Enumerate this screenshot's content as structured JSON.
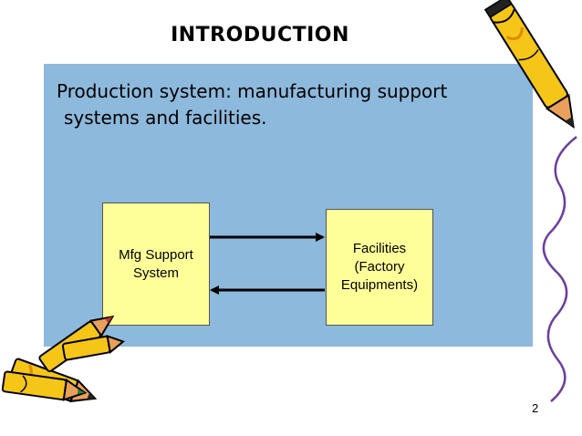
{
  "slide": {
    "title": "INTRODUCTION",
    "body_line1": "Production system: manufacturing support",
    "body_line2": "systems and facilities.",
    "page_number": "2"
  },
  "diagram": {
    "left_box": "Mfg Support\nSystem",
    "right_box": "Facilities\n(Factory\nEquipments)",
    "arrows": [
      {
        "from": "left_box",
        "to": "right_box"
      },
      {
        "from": "right_box",
        "to": "left_box"
      }
    ]
  },
  "colors": {
    "panel": "#8db9dc",
    "box_fill": "#ffff99",
    "pencil_body": "#f5c518",
    "pencil_tip": "#222222"
  },
  "icons": [
    "crayon-icon",
    "crayon-bundle-icon",
    "squiggle-line-icon"
  ]
}
